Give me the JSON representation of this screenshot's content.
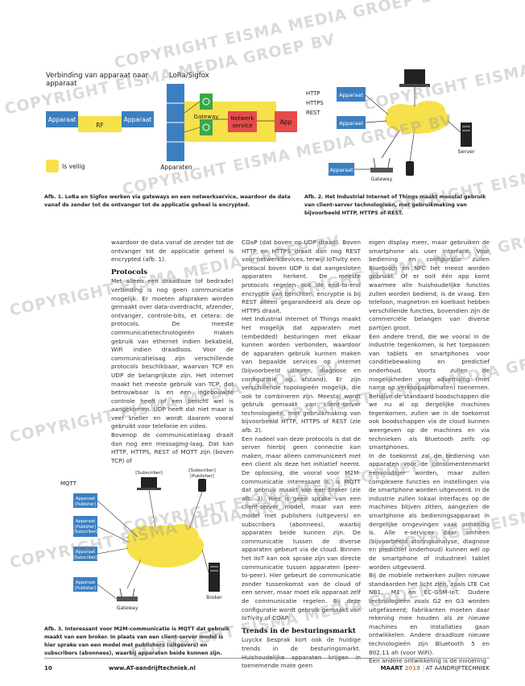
{
  "watermark": "COPYRIGHT EISMA MEDIA GROEP BV",
  "fig1": {
    "left_title": "Verbinding van apparaat naar apparaat",
    "right_title": "LoRa/Sigfox",
    "device_left": "Apparaat",
    "device_right": "Apparaat",
    "rf": "RF",
    "gateway": "Gateway",
    "network_service": "Netwerk service",
    "app": "App",
    "apparaten": "Apparaten",
    "legend_secure": "Is veilig",
    "colors": {
      "blue": "#3c7fc1",
      "yellow": "#f6e14b",
      "red": "#e54b4b",
      "green": "#3aa74a"
    }
  },
  "fig2": {
    "protocols": [
      "HTTP",
      "HTTPS",
      "REST"
    ],
    "device_top": "Apparaat",
    "device_mid": "Apparaat",
    "device_bottom": "Apparaat",
    "gateway": "Gateway",
    "server": "Server"
  },
  "captions": {
    "c1": "Afb. 1. LoRa en Sigfox werken via gateways en een netwerkservice, waardoor de data vanaf de zender tot de ontvanger tot de applicatie geheel is encrypted.",
    "c2": "Afb. 2. Het Industrial Internet of Things maakt meestal gebruik van client-server technologieën, met gebruikmaking van bijvoorbeeld HTTP, HTTPS of REST.",
    "c3": "Afb. 3. Interessant voor M2M-communicatie is MQTT dat gebruik maakt van een broker. In plaats van een client-server model is hier sprake van een model met publishers (uitgevers) en subscribers (abonnees), waarbij apparaten beide kunnen zijn."
  },
  "fig3": {
    "title": "MQTT",
    "subscriber": "[Subscriber]",
    "subscriber_publisher": "[Subscriber]\n[Publisher]",
    "devices": [
      {
        "name": "Apparaat",
        "role": "[Publisher]"
      },
      {
        "name": "Apparaat",
        "role": "[Publisher]\n[Subscriber]"
      },
      {
        "name": "Apparaat",
        "role": "[Subscriber]"
      },
      {
        "name": "Apparaat",
        "role": "[Publisher]"
      }
    ],
    "gateway": "Gateway",
    "broker": "Broker"
  },
  "article": {
    "col1_p1": "waardoor de data vanaf de zender tot de ontvanger tot de applicatie geheel is encrypted (afb. 1).",
    "heading_protocols": "Protocols",
    "col1_p2": "Met alleen een draadloze (of bedrade) verbinding is nog geen communicatie mogelijk. Er moeten afspraken worden gemaakt over data-overdracht, afzender, ontvanger, controle-bits, et cetera: de protocols. De meeste communicatietechnologieën maken gebruik van ethernet indien bekabeld, WiFi indien draadloos. Voor de communicatielaag zijn verschillende protocols beschikbaar, waarvan TCP en UDP de belangrijkste zijn. Het internet maakt het meeste gebruik van TCP, dat betrouwbaar is en een ingebouwde controle heeft of een bericht wel is aangekomen. UDP heeft dat niet maar is veel sneller en wordt daarom vooral gebruikt voor telefonie en video.",
    "col1_p3": "Bovenop de communicatielaag draait dan nog een messaging-laag. Dat kan HTTP, HTTPS, REST of MQTT zijn (boven TCP) of",
    "col2_p1": "COaP (dat boven op UDP draait). Boven HTTP en HTTPS draait dan nog REST voor netwerkdevices, terwijl IoTivity een protocol boven UDP is dat aangesloten apparaten herkent. De meeste protocols regelen ook de end-to-end encryptie van berichten; encryptie is bij REST alleen gegarandeerd als deze op HTTPS draait.",
    "col2_p2": "Het Industrial Internet of Things maakt het mogelijk dat apparaten met (embedded) besturingen met elkaar kunnen worden verbonden, waardoor de apparaten gebruik kunnen maken van bepaalde services op internet (bijvoorbeeld uitlezen, diagnose en configuratie op afstand). Er zijn verschillende topologieën mogelijk, die ook te combineren zijn. Meestal wordt gebruik gemaakt van client-server technologieën, met gebruikmaking van bijvoorbeeld HTTP, HTTPS of REST (zie afb. 2).",
    "col2_p3": "Een nadeel van deze protocols is dat de server hierbij geen connectie kan maken, maar alleen communiceert met een client als deze het initiatief neemt. De oplossing, die vooral voor M2M-communicatie interessant is, is MQTT dat gebruik maakt van een broker (zie afb. 3). Hier is geen sprake van een client-server model, maar van een model met publishers (uitgevers) en subscribers (abonnees), waarbij apparaten beide kunnen zijn. De communicatie tussen de diverse apparaten gebeurt via de cloud. Binnen het IIoT kan ook sprake zijn van directe communicatie tussen apparaten (peer-to-peer). Hier gebeurt de communicatie zonder tussenkomst van de cloud of een server, maar moet elk apparaat zelf de communicatie regelen. Bij deze configuratie wordt gebruik gemaakt van IoTivity of COAP.",
    "heading_trends": "Trends in de besturingsmarkt",
    "col2_p4": "Luyckx besprak kort ook de huidige trends in de besturingsmarkt. Huishoudelijke apparaten krijgen in toenemende mate geen",
    "col3_p1": "eigen display meer, maar gebruiken de smartphone als user interface. Voor bediening en configuratie zullen Bluetooth en NFC het meest worden gebruikt. Of er ooit één app komt waarmee alle huishoudelijke functies zullen worden bediend, is de vraag. Een telefoon, magnetron en koelkast hebben verschillende functies, bovendien zijn de commerciële belangen van diverse partijen groot.",
    "col3_p2": "Een andere trend, die we vooral in de industrie tegenkomen, is het toepassen van tablets en smartphones voor conditiebewaking en predictief onderhoud. Voorts zullen de mogelijkheden voor advertising (met name op verkoopautomaten) toenemen. Behalve de standaard boodschappen die we nu al op dergelijke machines tegenkomen, zullen we in de toekomst ook boodschappen via de cloud kunnen weergeven op de machines en via technieken als Bluetooth zelfs op smartphones.",
    "col3_p3": "In de toekomst zal de bediening van apparaten voor de consumentenmarkt eenvoudiger worden, maar zullen complexere functies en instellingen via de smartphone worden uitgevoerd. In de industrie zullen lokaal interfaces op de machines blijven zitten, aangezien de smartphone als bedieningsapparaat in dergelijke omgevingen vaak onhandig is. Alle e-services daar omheen (bijvoorbeeld storingsanalyse, diagnose en predictief onderhoud) kunnen wél op de smartphone of industrieel tablet worden uitgevoerd.",
    "col3_p4": "Bij de mobiele netwerken zullen nieuwe standaarden het licht zien, zoals LTE Cat NB1, M1 en EC-GSM-IoT. Oudere technologieën zoals G2 en G3 worden uitgefaseerd; fabrikanten moeten daar rekening mee houden als ze nieuwe machines en installaties gaan ontwikkelen. Andere draadloze nieuwe technologieën zijn Bluetooth 5 en 802.11 ah (voor WiFi).",
    "col3_p5": "Een andere ontwikkeling is de invoering"
  },
  "footer": {
    "page": "10",
    "url": "www.AT-aandrijftechniek.nl",
    "month": "MAART",
    "year": "2018",
    "separator": "|",
    "magazine": "AT AANDRIJFTECHNIEK"
  }
}
